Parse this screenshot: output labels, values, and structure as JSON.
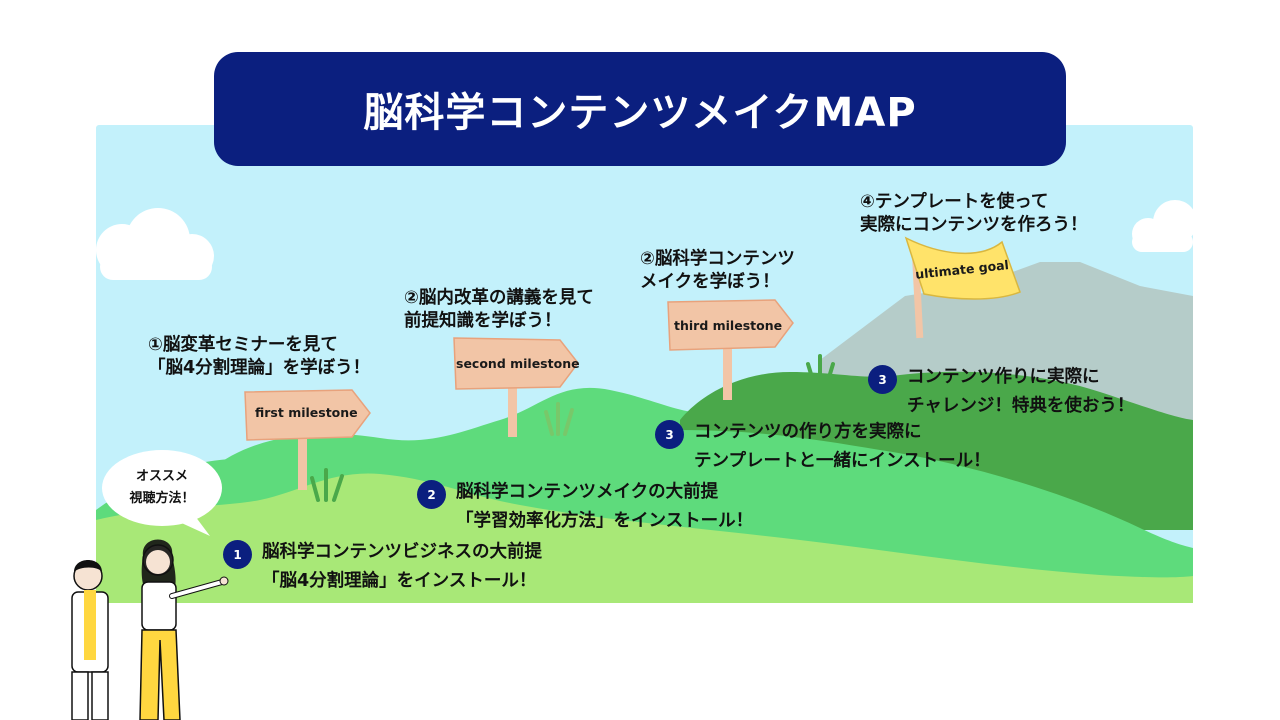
{
  "title": "脳科学コンテンツメイクMAP",
  "milestones": {
    "first": "first milestone",
    "second": "second milestone",
    "third": "third milestone",
    "goal": "ultimate goal"
  },
  "captions": {
    "first": "①脳変革セミナーを見て\n「脳4分割理論」を学ぼう！",
    "second": "②脳内改革の講義を見て\n前提知識を学ぼう！",
    "third": "②脳科学コンテンツ\nメイクを学ぼう！",
    "goal": "④テンプレートを使って\n実際にコンテンツを作ろう！"
  },
  "steps": [
    {
      "number": "1",
      "text": "脳科学コンテンツビジネスの大前提\n「脳4分割理論」をインストール！"
    },
    {
      "number": "2",
      "text": "脳科学コンテンツメイクの大前提\n「学習効率化方法」をインストール！"
    },
    {
      "number": "3",
      "text": "コンテンツの作り方を実際に\nテンプレートと一緒にインストール！"
    },
    {
      "number": "3",
      "text": "コンテンツ作りに実際に\nチャレンジ！特典を使おう！"
    }
  ],
  "bubble": "オススメ\n視聴方法！",
  "colors": {
    "navy": "#0b1f7f",
    "sky": "#c3f1fb",
    "grass_light": "#a8e877",
    "grass_mid": "#5edb7c",
    "grass_dark": "#4aa84a",
    "mountain": "#b5ccc9",
    "sign": "#f2c5a6",
    "flag": "#ffe36a"
  }
}
